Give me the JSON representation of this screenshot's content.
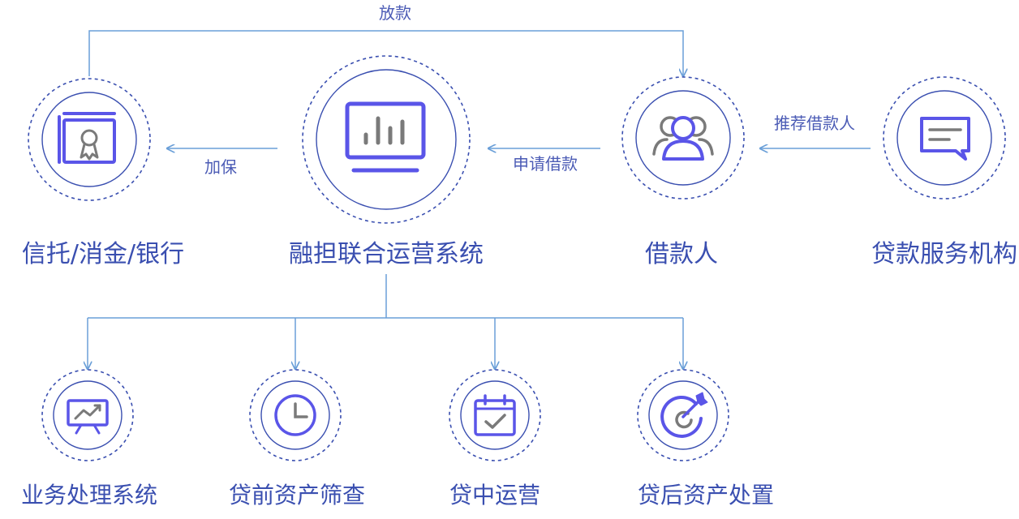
{
  "colors": {
    "accent": "#5a55e8",
    "label": "#3a4fb0",
    "line": "#6a9fd8",
    "dashed_ring": "#3a4fb0",
    "icon_gray": "#7a7a7a"
  },
  "top_nodes": [
    {
      "label": "信托/消金/银行",
      "icon": "certificate-icon"
    },
    {
      "label": "融担联合运营系统",
      "icon": "monitor-chart-icon"
    },
    {
      "label": "借款人",
      "icon": "users-icon"
    },
    {
      "label": "贷款服务机构",
      "icon": "message-icon"
    }
  ],
  "bottom_nodes": [
    {
      "label": "业务处理系统",
      "icon": "presentation-chart-icon"
    },
    {
      "label": "贷前资产筛查",
      "icon": "clock-icon"
    },
    {
      "label": "贷中运营",
      "icon": "calendar-check-icon"
    },
    {
      "label": "贷后资产处置",
      "icon": "target-icon"
    }
  ],
  "edges": {
    "loan_release": "放款",
    "guarantee": "加保",
    "apply_loan": "申请借款",
    "recommend_borrower": "推荐借款人"
  }
}
